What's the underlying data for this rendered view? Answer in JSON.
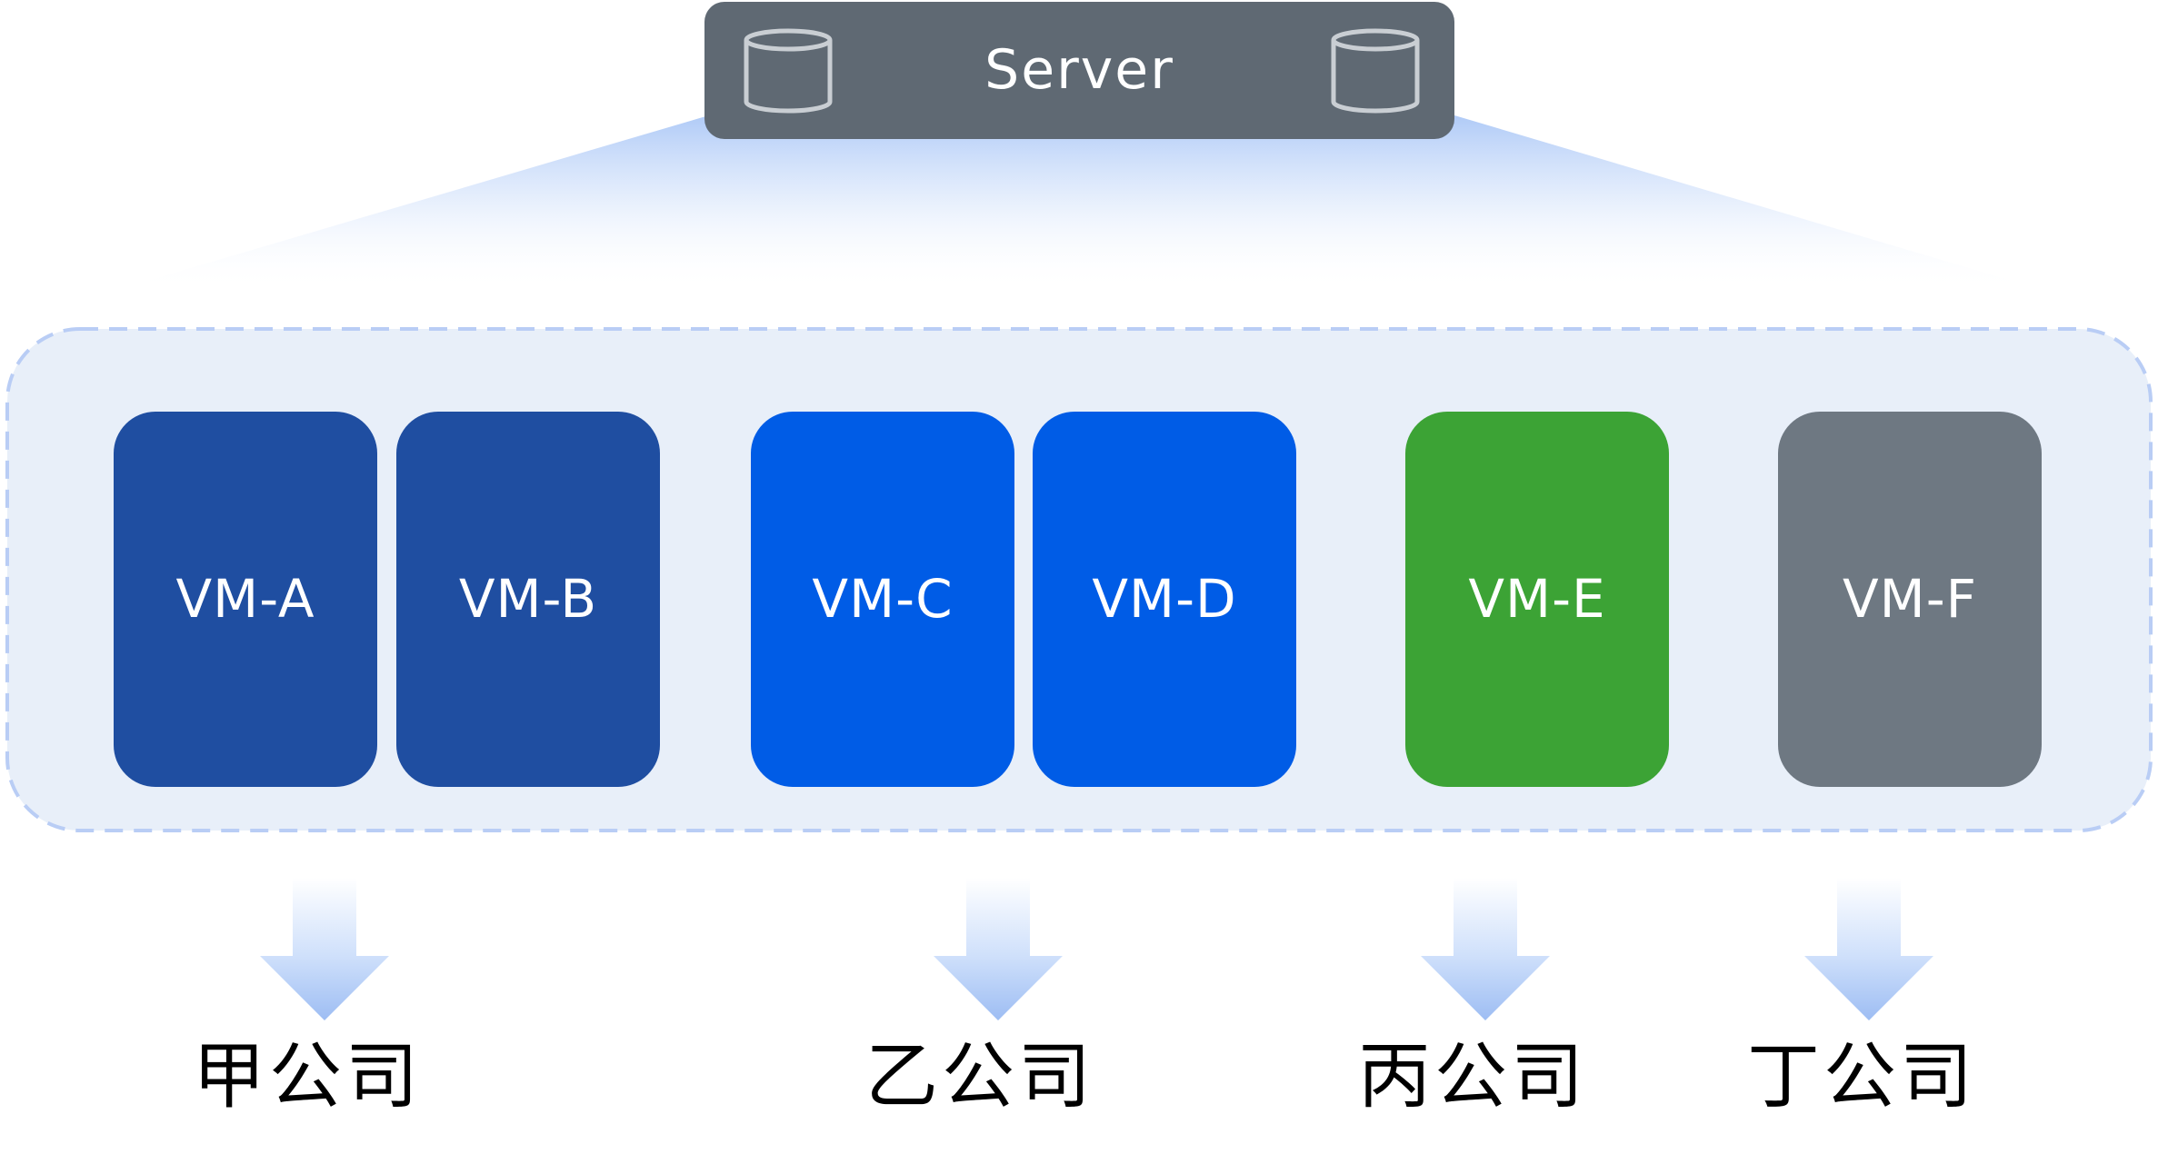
{
  "server": {
    "label": "Server",
    "color": "#5f6973",
    "icon": "database-cylinder-icon"
  },
  "group": {
    "fill": "#e8eff9",
    "border_color": "#b9cdf5",
    "border_style": "dashed"
  },
  "vms": [
    {
      "label": "VM-A",
      "color": "#1f4ea1"
    },
    {
      "label": "VM-B",
      "color": "#1f4ea1"
    },
    {
      "label": "VM-C",
      "color": "#005ce6"
    },
    {
      "label": "VM-D",
      "color": "#005ce6"
    },
    {
      "label": "VM-E",
      "color": "#3ca335"
    },
    {
      "label": "VM-F",
      "color": "#6e7882"
    }
  ],
  "companies": [
    {
      "label": "甲公司"
    },
    {
      "label": "乙公司"
    },
    {
      "label": "丙公司"
    },
    {
      "label": "丁公司"
    }
  ],
  "arrow_color": "#a3c2f5"
}
